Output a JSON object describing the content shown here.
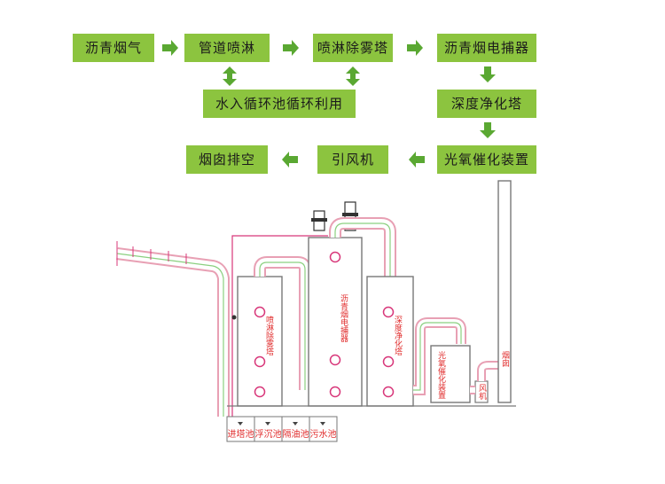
{
  "flow": {
    "boxes": {
      "asphalt_fume": "沥青烟气",
      "pipe_spray": "管道喷淋",
      "spray_tower": "喷淋除雾塔",
      "electrostatic": "沥青烟电捕器",
      "water_cycle": "水入循环池循环利用",
      "deep_clean": "深度净化塔",
      "uv_oxidation": "光氧催化装置",
      "fan": "引风机",
      "chimney": "烟囱排空"
    }
  },
  "equipment": {
    "spray_tower": "喷淋除雾塔",
    "electrostatic": "沥青烟电捕器",
    "deep_clean": "深度净化塔",
    "uv_oxidation": "光氧催化装置",
    "fan": "风机",
    "chimney": "烟囱"
  },
  "pools": [
    "进塔池",
    "浮沉池",
    "隔油池",
    "污水池"
  ],
  "colors": {
    "box": "#8cc43f",
    "arrow": "#5aa832",
    "pipe_outline": "#e8a0b4",
    "pipe_inner": "#8bd080",
    "equipment_outline": "#777777",
    "label_red": "#e02b2b",
    "feed_line": "#d8377a"
  }
}
